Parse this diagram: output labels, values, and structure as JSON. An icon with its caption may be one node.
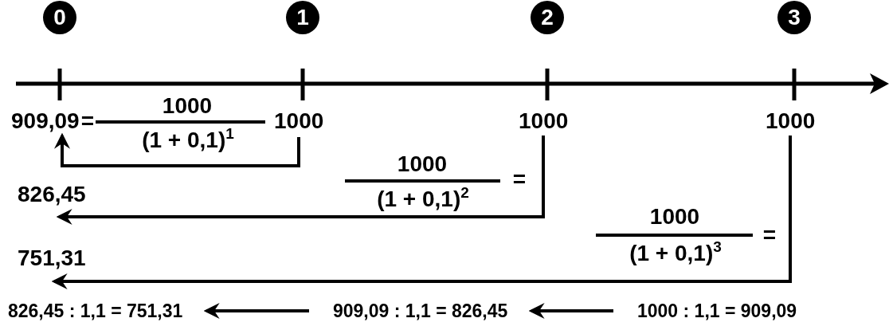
{
  "diagram": {
    "nodes": [
      {
        "text": [
          "0"
        ]
      },
      {
        "text": [
          "1"
        ]
      },
      {
        "text": [
          "2"
        ]
      },
      {
        "text": [
          "3"
        ]
      },
      {
        "text": [
          "909,09"
        ]
      },
      {
        "text": [
          "1000"
        ]
      },
      {
        "text": [
          "1000"
        ]
      },
      {
        "text": [
          "1000"
        ]
      },
      {
        "text": [
          "826,45"
        ]
      },
      {
        "text": [
          "751,31"
        ]
      },
      {
        "text": [
          "826,45 : 1,1 = 751,31"
        ]
      },
      {
        "text": [
          "909,09 : 1,1 = 826,45"
        ]
      },
      {
        "text": [
          "1000 : 1,1 = 909,09"
        ]
      }
    ],
    "edges": [
      {
        "from": 5,
        "to": 4,
        "arrow": "to"
      },
      {
        "from": 6,
        "to": 8,
        "arrow": "to"
      },
      {
        "from": 7,
        "to": 9,
        "arrow": "to"
      },
      {
        "from": 12,
        "to": 11,
        "arrow": "to"
      },
      {
        "from": 11,
        "to": 10,
        "arrow": "to"
      }
    ],
    "labels": [
      "=",
      "1000",
      "(1 + 0,1)$^{1}$",
      "1000",
      "(1 + 0,1)$^{2}$",
      "=",
      "1000",
      "(1 + 0,1)$^{3}$",
      "="
    ]
  }
}
